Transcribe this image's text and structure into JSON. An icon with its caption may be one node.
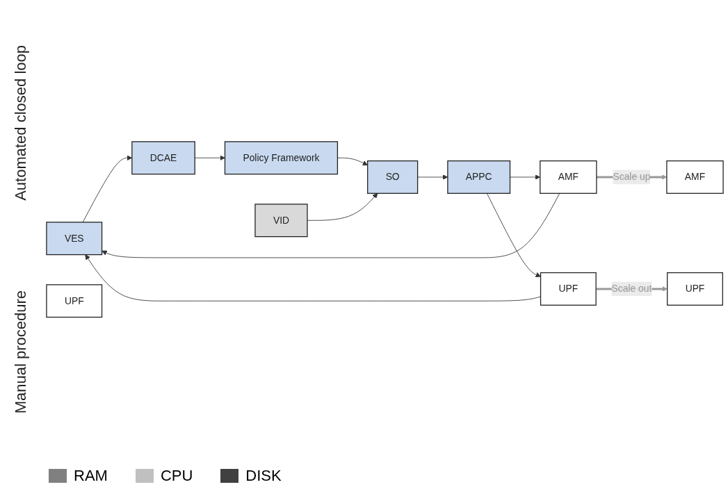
{
  "diagram": {
    "nodes": [
      {
        "text": [
          "VES"
        ]
      },
      {
        "text": [
          "DCAE"
        ]
      },
      {
        "text": [
          "Policy Framework"
        ]
      },
      {
        "text": [
          "VID"
        ]
      },
      {
        "text": [
          "SO"
        ]
      },
      {
        "text": [
          "APPC"
        ]
      },
      {
        "text": [
          "AMF"
        ]
      },
      {
        "text": [
          "UPF"
        ]
      },
      {
        "text": [
          "AMF"
        ]
      },
      {
        "text": [
          "UPF"
        ]
      },
      {
        "text": [
          "UPF"
        ]
      }
    ],
    "edges": [
      {
        "from": 0,
        "to": 1,
        "arrow": "to"
      },
      {
        "from": 1,
        "to": 2,
        "arrow": "to"
      },
      {
        "from": 2,
        "to": 4,
        "arrow": "to"
      },
      {
        "from": 3,
        "to": 4,
        "arrow": "to"
      },
      {
        "from": 4,
        "to": 5,
        "arrow": "to"
      },
      {
        "from": 5,
        "to": 6,
        "arrow": "to"
      },
      {
        "from": 5,
        "to": 7,
        "arrow": "to"
      },
      {
        "from": 6,
        "to": 0,
        "arrow": "to"
      },
      {
        "from": 7,
        "to": 0,
        "arrow": "to"
      },
      {
        "from": 6,
        "to": 8,
        "arrow": "to",
        "label": "Scale up",
        "style": "thick",
        "color": "#999999"
      },
      {
        "from": 7,
        "to": 9,
        "arrow": "to",
        "label": "Scale out",
        "style": "thick",
        "color": "#999999"
      }
    ],
    "labels": [
      "Automated closed loop",
      "Manual procedure"
    ],
    "legend": [
      {
        "text": "RAM",
        "color": "#808080"
      },
      {
        "text": "CPU",
        "color": "#c0c0c0"
      },
      {
        "text": "DISK",
        "color": "#404040"
      }
    ]
  }
}
